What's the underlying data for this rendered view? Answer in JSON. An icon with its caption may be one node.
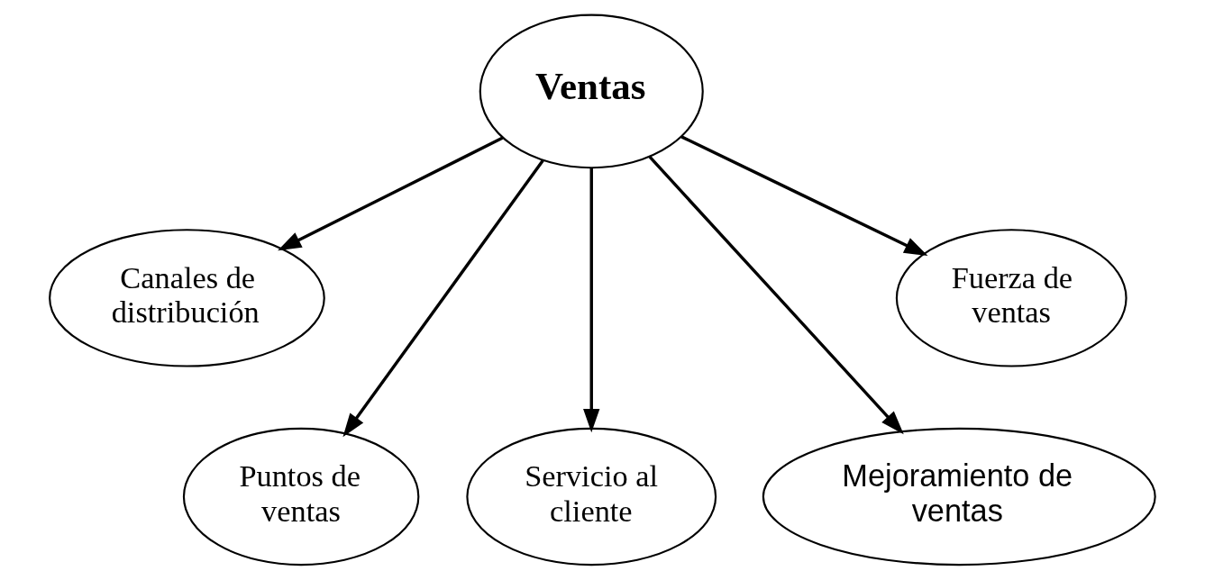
{
  "diagram": {
    "nodes": [
      {
        "text": [
          "Ventas"
        ]
      },
      {
        "text": [
          "Canales de distribución"
        ]
      },
      {
        "text": [
          "Puntos de ventas"
        ]
      },
      {
        "text": [
          "Servicio al cliente"
        ]
      },
      {
        "text": [
          "Mejoramiento de ventas"
        ]
      },
      {
        "text": [
          "Fuerza de ventas"
        ]
      }
    ],
    "edges": [
      {
        "from": 0,
        "to": 1,
        "arrow": "to"
      },
      {
        "from": 0,
        "to": 2,
        "arrow": "to"
      },
      {
        "from": 0,
        "to": 3,
        "arrow": "to"
      },
      {
        "from": 0,
        "to": 4,
        "arrow": "to"
      },
      {
        "from": 0,
        "to": 5,
        "arrow": "to"
      }
    ]
  }
}
